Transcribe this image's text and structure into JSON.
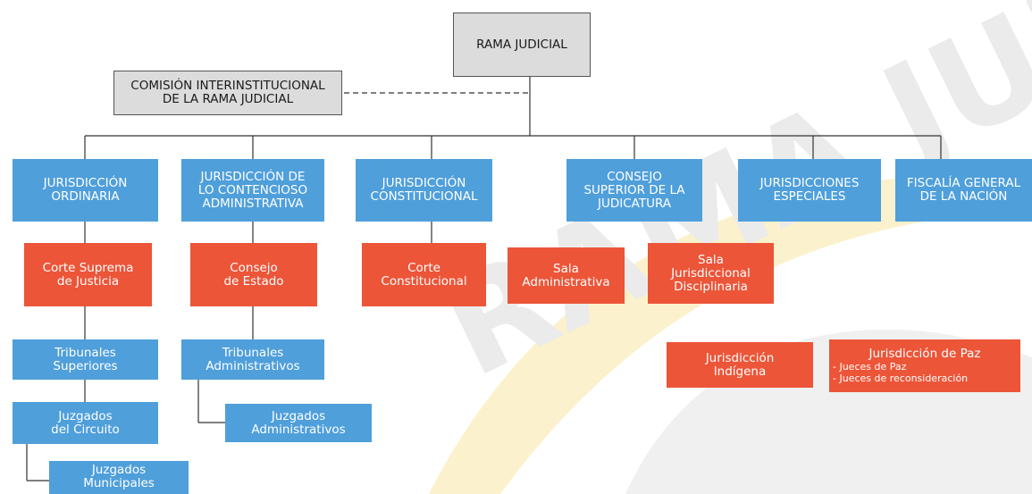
{
  "watermark": {
    "text": "RAMA JUDIC",
    "color": "#ebebeb",
    "accent_color": "#f5e6b0"
  },
  "nodes": {
    "rama_judicial": "RAMA JUDICIAL",
    "comision": "COMISIÓN INTERINSTITUCIONAL\nDE LA RAMA JUDICIAL",
    "jur_ordinaria": "JURISDICCIÓN\nORDINARIA",
    "jur_contencioso": "JURISDICCIÓN DE\nLO CONTENCIOSO\nADMINISTRATIVA",
    "jur_constitucional": "JURISDICCIÓN\nCONSTITUCIONAL",
    "consejo_superior": "CONSEJO\nSUPERIOR DE LA\nJUDICATURA",
    "jur_especiales": "JURISDICCIONES\nESPECIALES",
    "fiscalia": "FISCALÍA GENERAL\nDE LA NACIÓN",
    "corte_suprema": "Corte Suprema\nde Justicia",
    "consejo_estado": "Consejo\nde Estado",
    "corte_constitucional": "Corte\nConstitucional",
    "sala_administrativa": "Sala\nAdministrativa",
    "sala_disciplinaria": "Sala\nJurisdiccional\nDisciplinaria",
    "jur_indigena": "Jurisdicción\nIndígena",
    "jur_paz_title": "Jurisdicción de Paz",
    "jur_paz_items": "- Jueces de Paz\n- Jueces de reconsideración",
    "tribunales_superiores": "Tribunales\nSuperiores",
    "tribunales_administrativos": "Tribunales\nAdministrativos",
    "juzgados_circuito": "Juzgados\ndel Circuito",
    "juzgados_administrativos": "Juzgados\nAdministrativos",
    "juzgados_municipales": "Juzgados\nMunicipales"
  },
  "colors": {
    "jurisdiction_box": "#4f9fdb",
    "court_box": "#ec5538",
    "top_box": "#dcdcdc",
    "connector": "#333333"
  }
}
